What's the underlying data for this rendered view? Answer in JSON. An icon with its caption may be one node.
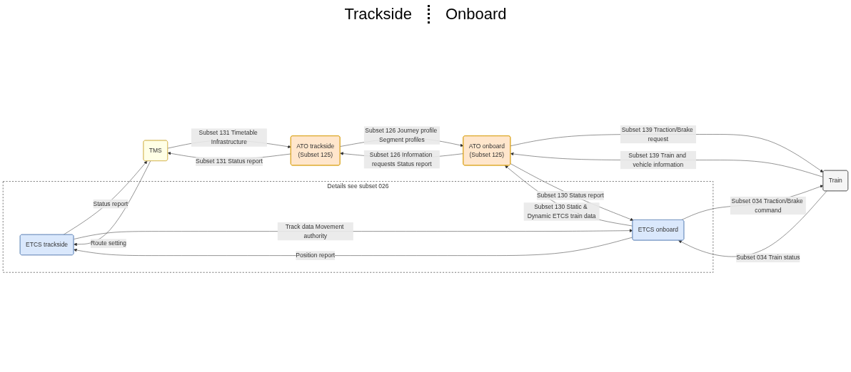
{
  "diagram": {
    "nodes": [
      {
        "text": [
          "Details see subset 026"
        ]
      },
      {
        "text": [
          "TMS"
        ]
      },
      {
        "text": [
          "ETCS trackside"
        ],
        "in": 0
      },
      {
        "text": [
          "ETCS onboard"
        ],
        "in": 0
      },
      {
        "text": [
          "Train"
        ]
      },
      {
        "text": [
          "ATO trackside",
          "(Subset 125)"
        ]
      },
      {
        "text": [
          "ATO onboard",
          "(Subset 125)"
        ]
      }
    ],
    "edges": [
      {
        "from": 1,
        "to": 2,
        "arrow": "to",
        "label": "Route setting"
      },
      {
        "from": 2,
        "to": 1,
        "arrow": "to",
        "label": "Status report"
      },
      {
        "from": 2,
        "to": 3,
        "arrow": "to",
        "label": "Track data Movement authority"
      },
      {
        "from": 3,
        "to": 2,
        "arrow": "to",
        "label": "Position report"
      },
      {
        "from": 3,
        "to": 4,
        "arrow": "to",
        "label": "Subset 034 Traction/Brake command"
      },
      {
        "from": 4,
        "to": 3,
        "arrow": "to",
        "label": "Subset 034 Train status"
      },
      {
        "from": 3,
        "to": 6,
        "arrow": "to",
        "label": "Subset 130 Static & Dynamic ETCS train data"
      },
      {
        "from": 6,
        "to": 3,
        "arrow": "to",
        "label": "Subset 130 Status report"
      },
      {
        "from": 1,
        "to": 5,
        "arrow": "to",
        "label": "Subset 131 Timetable Infrastructure"
      },
      {
        "from": 5,
        "to": 1,
        "arrow": "to",
        "label": "Subset 131 Status report"
      },
      {
        "from": 5,
        "to": 6,
        "arrow": "to",
        "label": "Subset 126 Journey profile Segment profiles"
      },
      {
        "from": 6,
        "to": 5,
        "arrow": "to",
        "label": "Subset 126 Information requests Status report"
      },
      {
        "from": 6,
        "to": 4,
        "arrow": "to",
        "label": "Subset 139 Traction/Brake request"
      },
      {
        "from": 4,
        "to": 6,
        "arrow": "to",
        "label": "Subset 139 Train and vehicle information"
      }
    ],
    "labels": [
      "Trackside",
      "Onboard"
    ]
  }
}
